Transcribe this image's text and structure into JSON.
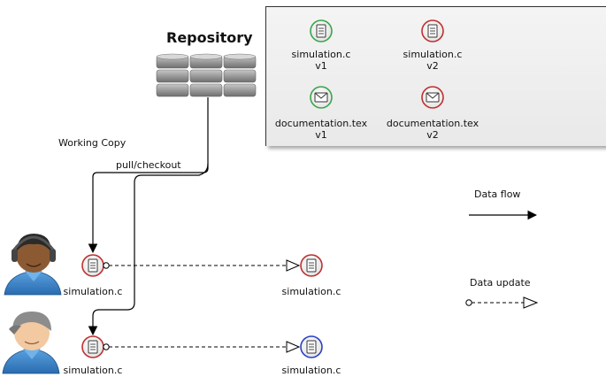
{
  "repository": {
    "title": "Repository",
    "versions": [
      {
        "file": "simulation.c",
        "version": "v1",
        "icon": "document-icon",
        "ring_color": "#3aa64a"
      },
      {
        "file": "simulation.c",
        "version": "v2",
        "icon": "document-icon",
        "ring_color": "#c03030"
      },
      {
        "file": "documentation.tex",
        "version": "v1",
        "icon": "envelope-icon",
        "ring_color": "#3aa64a"
      },
      {
        "file": "documentation.tex",
        "version": "v2",
        "icon": "envelope-icon",
        "ring_color": "#c03030"
      }
    ]
  },
  "labels": {
    "working_copy": "Working Copy",
    "pull_checkout": "pull/checkout"
  },
  "users": [
    {
      "avatar": "user-headphones-avatar",
      "file": "simulation.c",
      "remote_file": "simulation.c",
      "remote_ring_color": "#c03030"
    },
    {
      "avatar": "user-cap-avatar",
      "file": "simulation.c",
      "remote_file": "simulation.c",
      "remote_ring_color": "#2a3fc8"
    }
  ],
  "legend": {
    "data_flow": "Data flow",
    "data_update": "Data update"
  },
  "colors": {
    "red_ring": "#c03030",
    "green_ring": "#3aa64a",
    "blue_ring": "#2a3fc8"
  }
}
